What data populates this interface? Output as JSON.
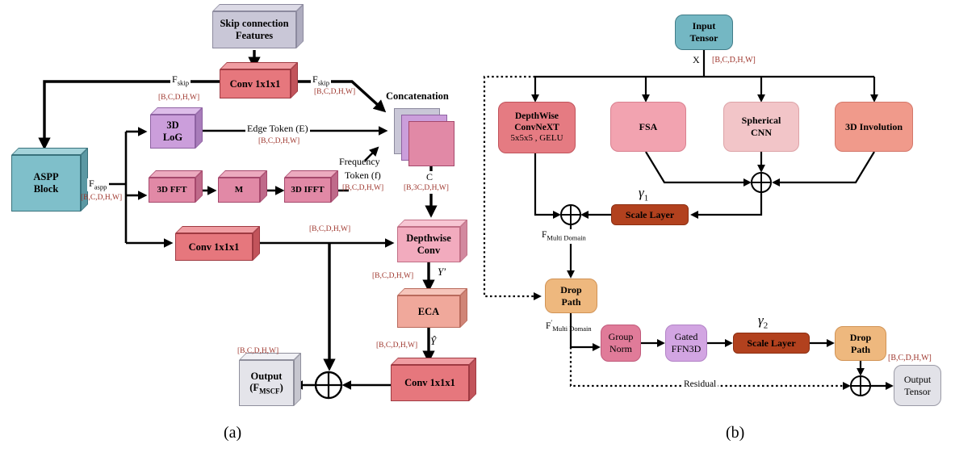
{
  "colors": {
    "shape_text": "#9e352c",
    "lavender_front": "#c9c7d7",
    "lavender_top": "#dcdae6",
    "lavender_side": "#aeacbf",
    "lavender_border": "#8c8a9e",
    "red_front": "#e6777d",
    "red_top": "#f09da2",
    "red_side": "#c2545b",
    "red_border": "#9f3a42",
    "teal_front": "#7fbfca",
    "teal_top": "#a4d3da",
    "teal_side": "#5b98a3",
    "teal_border": "#39727c",
    "purple_front": "#cb9edb",
    "purple_top": "#ddbde9",
    "purple_side": "#a87cba",
    "purple_border": "#8e62a2",
    "pink_front": "#e189a6",
    "pink_top": "#ecaabf",
    "pink_side": "#bf6a8a",
    "pink_border": "#a5486c",
    "ltpink_front": "#f2abbe",
    "ltpink_top": "#f7c6d3",
    "ltpink_side": "#d2899f",
    "ltpink_border": "#c06f85",
    "salmon_front": "#f0a89b",
    "salmon_top": "#f6c5bb",
    "salmon_side": "#d08577",
    "salmon_border": "#b96a5c",
    "gray_front": "#e4e4ea",
    "gray_top": "#f1f1f5",
    "gray_side": "#c6c6cf",
    "gray_border": "#8f8f9c",
    "b_teal": "#74b7c3",
    "b_teal_border": "#417c88",
    "b_red": "#e57b82",
    "b_red_border": "#c0535b",
    "b_pink": "#f2a3b0",
    "b_pink_border": "#d9808f",
    "b_ltpink": "#f2c5c8",
    "b_ltpink_border": "#dda3a7",
    "b_salmon": "#f09a8b",
    "b_salmon_border": "#d4776a",
    "rust": "#b2411e",
    "rust_border": "#8c2f12",
    "tan": "#eeb87e",
    "tan_border": "#d19355",
    "gn_pink": "#e07b99",
    "gn_border": "#c05a7b",
    "gf_purple": "#d2a5e2",
    "gf_border": "#b283c6",
    "b_gray": "#e2e2e8",
    "b_gray_border": "#9a9aa6"
  },
  "caption": {
    "a": "(a)",
    "b": "(b)"
  },
  "shapes": {
    "bcdhw": "[B,C,D,H,W]",
    "b3cdhw": "[B,3C,D,H,W]"
  },
  "panel_a": {
    "skip_features": {
      "line1": "Skip connection",
      "line2": "Features"
    },
    "conv_top": "Conv 1x1x1",
    "aspp": {
      "line1": "ASPP",
      "line2": "Block"
    },
    "log3d": {
      "line1": "3D",
      "line2": "LoG"
    },
    "fft3d": "3D FFT",
    "m": "M",
    "ifft3d": "3D IFFT",
    "conv_mid": "Conv 1x1x1",
    "depthwise": {
      "line1": "Depthwise",
      "line2": "Conv"
    },
    "eca": "ECA",
    "conv_bottom": "Conv 1x1x1",
    "output": {
      "line1": "Output",
      "pre": "(F",
      "sub": "MSCF",
      "post": ")"
    },
    "concatenation": "Concatenation",
    "fskip": {
      "base": "F",
      "sub": "skip"
    },
    "faspp": {
      "base": "F",
      "sub": "aspp"
    },
    "edge_token": "Edge Token (E)",
    "frequency": "Frequency",
    "token_f": "Token (f)",
    "c": "C",
    "y_prime": "Y′",
    "y_hat": "Ŷ"
  },
  "panel_b": {
    "input": {
      "line1": "Input",
      "line2": "Tensor"
    },
    "x": "X",
    "dwconvnext": {
      "line1": "DepthWise",
      "line2": "ConvNeXT",
      "line3": "5x5x5 , GELU"
    },
    "fsa": "FSA",
    "spherical": {
      "line1": "Spherical",
      "line2": "CNN"
    },
    "involution": "3D Involution",
    "scale_layer": "Scale Layer",
    "gamma1": {
      "base": "γ",
      "sub": "1"
    },
    "gamma2": {
      "base": "γ",
      "sub": "2"
    },
    "f_multi": {
      "base": "F",
      "sub": "Multi Domain"
    },
    "f_multi_prime": {
      "base": "F",
      "sup": "′",
      "sub": "Multi Domain"
    },
    "drop_path": {
      "line1": "Drop",
      "line2": "Path"
    },
    "group_norm": {
      "line1": "Group",
      "line2": "Norm"
    },
    "gated_ffn": {
      "line1": "Gated",
      "line2": "FFN3D"
    },
    "residual": "Residual",
    "output": {
      "line1": "Output",
      "line2": "Tensor"
    }
  }
}
